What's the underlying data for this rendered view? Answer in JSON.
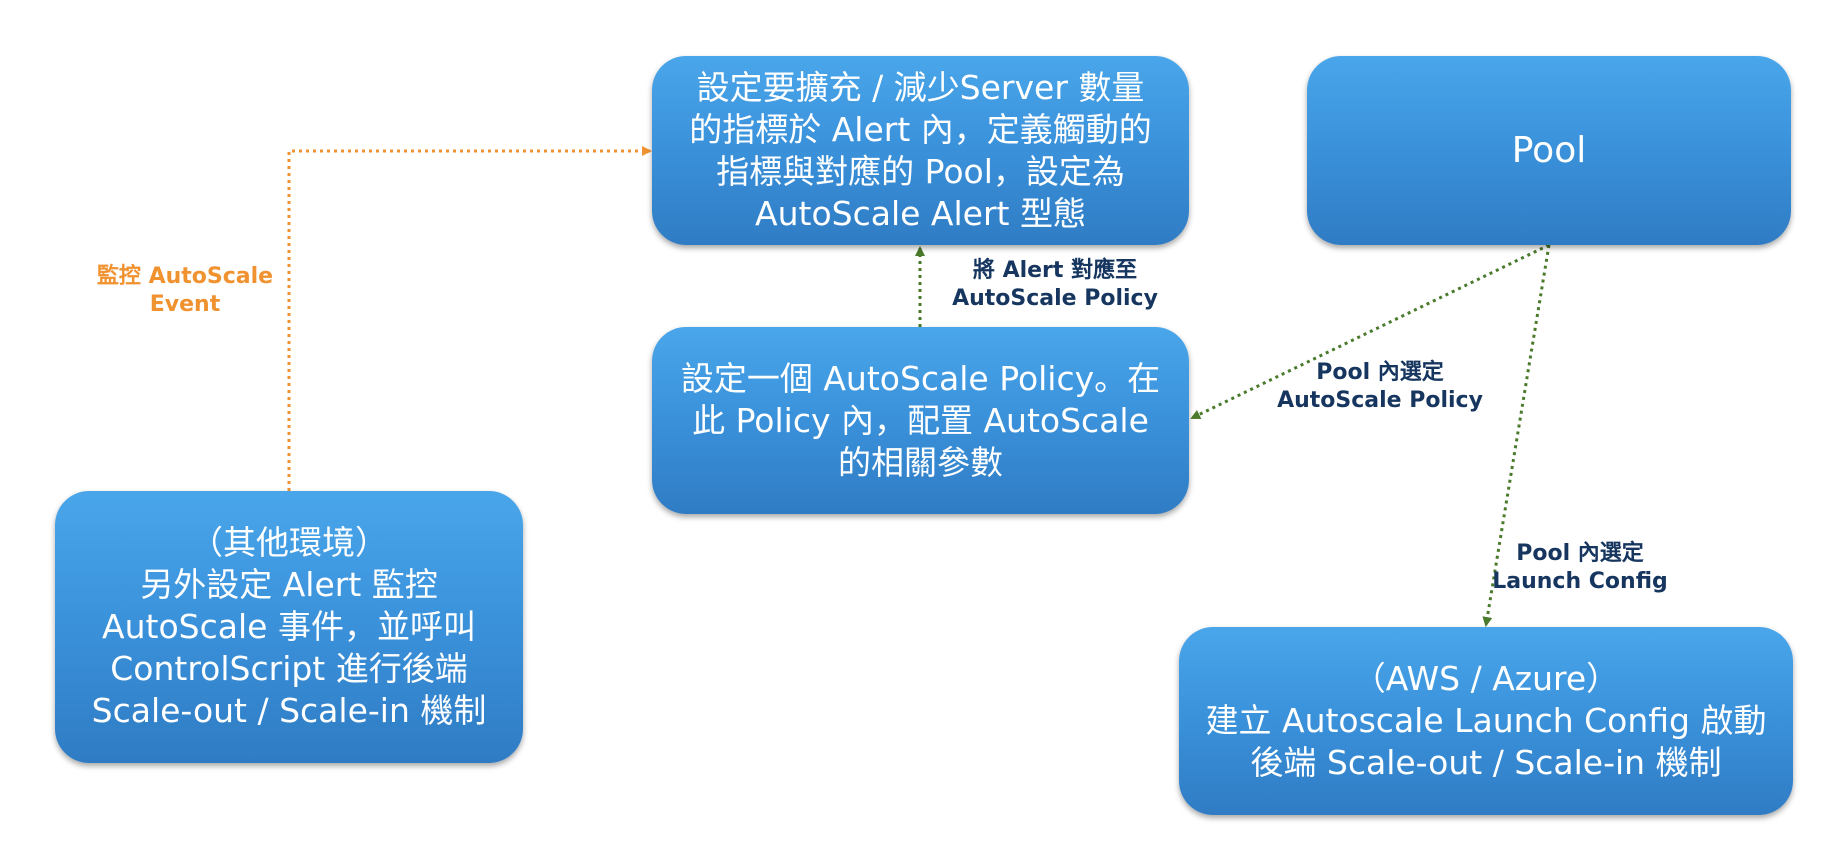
{
  "boxes": {
    "alert": "設定要擴充 / 減少Server 數量\n的指標於 Alert 內，定義觸動的\n指標與對應的 Pool，設定為\nAutoScale Alert 型態",
    "policy": "設定一個 AutoScale Policy。在\n此 Policy 內，配置 AutoScale\n的相關參數",
    "pool": "Pool",
    "other_env": "（其他環境）\n另外設定 Alert 監控\nAutoScale 事件，並呼叫\nControlScript 進行後端\nScale-out / Scale-in 機制",
    "aws_azure": "（AWS / Azure）\n建立 Autoscale Launch Config 啟動\n後端 Scale-out / Scale-in 機制"
  },
  "labels": {
    "monitor_event": "監控 AutoScale\nEvent",
    "map_alert": "將 Alert 對應至\nAutoScale Policy",
    "pool_select_policy": "Pool 內選定\nAutoScale Policy",
    "pool_select_launch": "Pool 內選定\nLaunch Config"
  },
  "colors": {
    "box_fill": "#3b93dc",
    "box_text": "#ffffff",
    "orange_connector": "#f0922f",
    "green_connector": "#4a7a2b",
    "navy_label": "#16365f"
  }
}
